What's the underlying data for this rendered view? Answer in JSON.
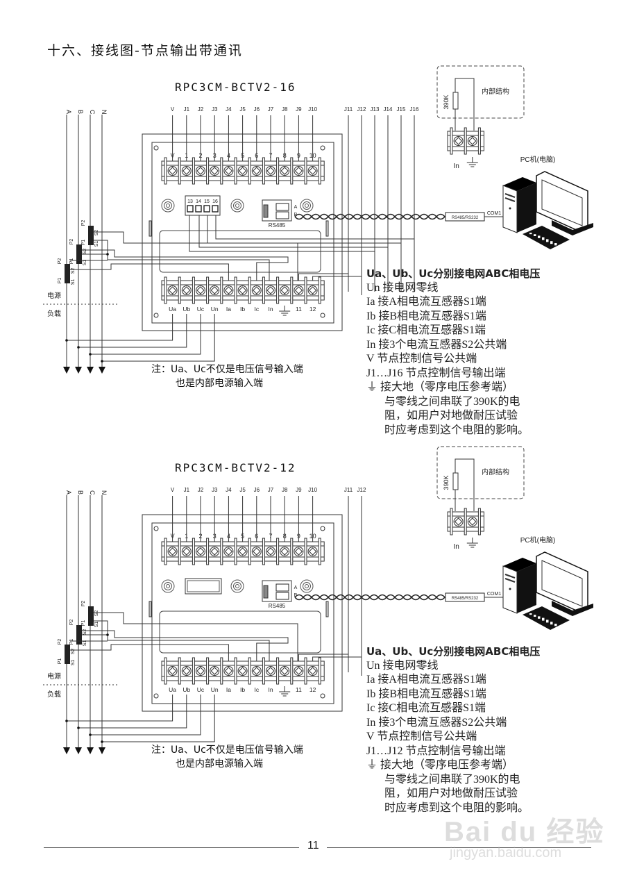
{
  "page": {
    "section_title": "十六、接线图-节点输出带通讯",
    "page_number": "11",
    "watermark": {
      "brand": "Bai du 经验",
      "url": "jingyan.baidu.com"
    }
  },
  "diagrams": [
    {
      "model": "RPC3CM-BCTV2-16",
      "phase_lines": [
        "A",
        "B",
        "C",
        "N"
      ],
      "top_outputs": [
        "V",
        "J1",
        "J2",
        "J3",
        "J4",
        "J5",
        "J6",
        "J7",
        "J8",
        "J9",
        "J10"
      ],
      "right_outputs": [
        "J11",
        "J12",
        "J13",
        "J14",
        "J15",
        "J16"
      ],
      "top_terminal_labels": [
        "V",
        "1",
        "2",
        "3",
        "4",
        "5",
        "6",
        "7",
        "8",
        "9",
        "10"
      ],
      "aux_connector": {
        "type": "pins",
        "labels": [
          "13",
          "14",
          "15",
          "16"
        ]
      },
      "rs485": {
        "label": "RS485",
        "pins": [
          "A",
          "B"
        ]
      },
      "bottom_terminal_labels": [
        "Ua",
        "Ub",
        "Uc",
        "Un",
        "Ia",
        "Ib",
        "Ic",
        "In",
        "⏚",
        "11",
        "12"
      ],
      "ct_labels": {
        "p1": "P1",
        "p2": "P2",
        "s1": "S1",
        "s2": "S2"
      },
      "source_label": "电源",
      "load_label": "负载",
      "internal": {
        "resistor": "390K",
        "title": "内部结构",
        "terminals": [
          "In",
          "⏚"
        ]
      },
      "pc": {
        "title": "PC机(电脑)",
        "converter": "RS485/RS232",
        "port": "COM1"
      },
      "note": {
        "line1": "注：Ua、Uc不仅是电压信号输入端",
        "line2": "也是内部电源输入端"
      },
      "legend": [
        "Ua、Ub、Uc分别接电网ABC相电压",
        "Un 接电网零线",
        "Ia 接A相电流互感器S1端",
        "Ib 接B相电流互感器S1端",
        "Ic 接C相电流互感器S1端",
        "In 接3个电流互感器S2公共端",
        "V  节点控制信号公共端",
        "J1…J16 节点控制信号输出端",
        "⏚ 接大地（零序电压参考端）",
        "与零线之间串联了390K的电",
        "阻，如用户对地做耐压试验",
        "时应考虑到这个电阻的影响。"
      ]
    },
    {
      "model": "RPC3CM-BCTV2-12",
      "phase_lines": [
        "A",
        "B",
        "C",
        "N"
      ],
      "top_outputs": [
        "V",
        "J1",
        "J2",
        "J3",
        "J4",
        "J5",
        "J6",
        "J7",
        "J8",
        "J9",
        "J10"
      ],
      "right_outputs": [
        "J11",
        "J12"
      ],
      "top_terminal_labels": [
        "V",
        "1",
        "2",
        "3",
        "4",
        "5",
        "6",
        "7",
        "8",
        "9",
        "10"
      ],
      "aux_connector": {
        "type": "blank",
        "labels": []
      },
      "rs485": {
        "label": "RS485",
        "pins": [
          "A",
          "B"
        ]
      },
      "bottom_terminal_labels": [
        "Ua",
        "Ub",
        "Uc",
        "Un",
        "Ia",
        "Ib",
        "Ic",
        "In",
        "⏚",
        "11",
        "12"
      ],
      "ct_labels": {
        "p1": "P1",
        "p2": "P2",
        "s1": "S1",
        "s2": "S2"
      },
      "source_label": "电源",
      "load_label": "负载",
      "internal": {
        "resistor": "390K",
        "title": "内部结构",
        "terminals": [
          "In",
          "⏚"
        ]
      },
      "pc": {
        "title": "PC机(电脑)",
        "converter": "RS485/RS232",
        "port": "COM1"
      },
      "note": {
        "line1": "注：Ua、Uc不仅是电压信号输入端",
        "line2": "也是内部电源输入端"
      },
      "legend": [
        "Ua、Ub、Uc分别接电网ABC相电压",
        "Un 接电网零线",
        "Ia 接A相电流互感器S1端",
        "Ib 接B相电流互感器S1端",
        "Ic 接C相电流互感器S1端",
        "In 接3个电流互感器S2公共端",
        "V  节点控制信号公共端",
        "J1…J12 节点控制信号输出端",
        "⏚ 接大地（零序电压参考端）",
        "与零线之间串联了390K的电",
        "阻，如用户对地做耐压试验",
        "时应考虑到这个电阻的影响。"
      ]
    }
  ]
}
